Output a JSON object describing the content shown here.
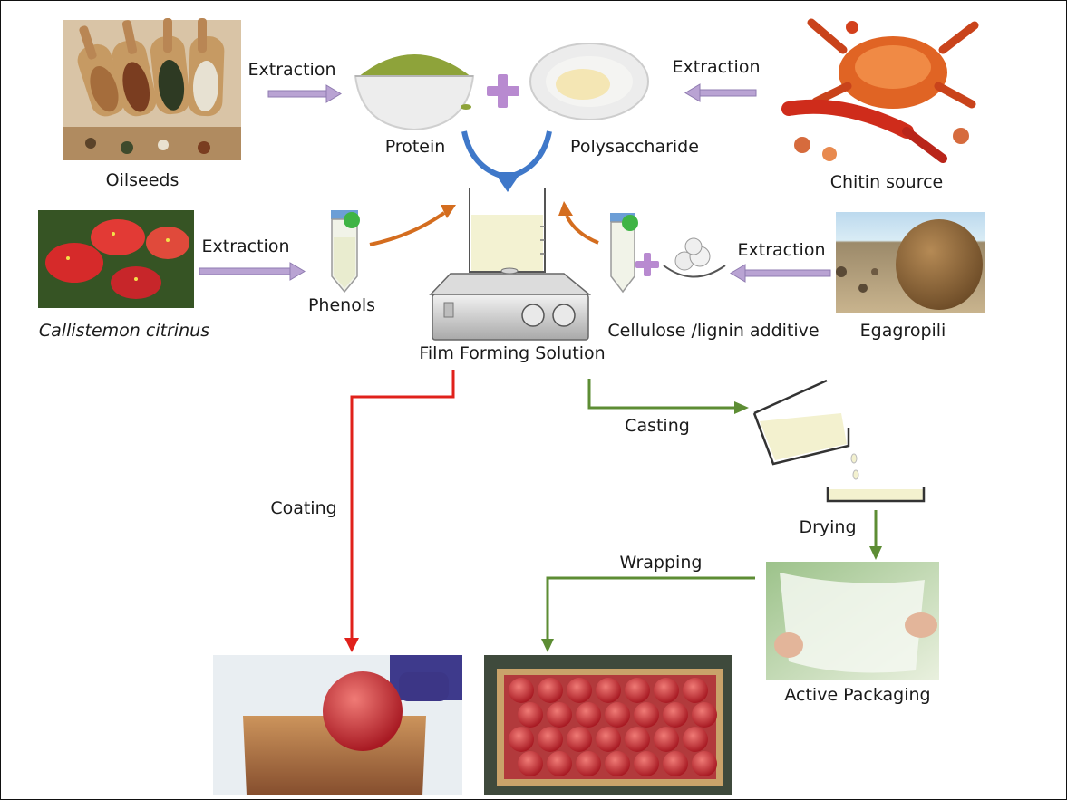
{
  "labels": {
    "oilseeds": "Oilseeds",
    "protein": "Protein",
    "polysaccharide": "Polysaccharide",
    "chitin_source": "Chitin source",
    "callistemon": "Callistemon citrinus",
    "phenols": "Phenols",
    "film_forming": "Film Forming Solution",
    "cellulose": "Cellulose  /lignin additive",
    "egagropili": "Egagropili",
    "casting": "Casting",
    "coating": "Coating",
    "drying": "Drying",
    "wrapping": "Wrapping",
    "active_packaging": "Active Packaging"
  },
  "extraction_labels": [
    "Extraction",
    "Extraction",
    "Extraction",
    "Extraction"
  ],
  "colors": {
    "extraction_arrow": "#b9a3d3",
    "merge_arrow": "#3f78c9",
    "phenol_arrow": "#d46d1f",
    "coating_arrow": "#e0211b",
    "process_arrow": "#5d8d34",
    "plus_sign": "#b88ad0"
  },
  "icons": [
    "oilseed-scoops",
    "protein-powder-bowl",
    "polysaccharide-powder-dish",
    "crustacean-shells",
    "callistemon-flowers",
    "phenol-tube",
    "beaker-on-stirrer",
    "cellulose-tube",
    "cellulose-fiber-dish",
    "egagropili-ball",
    "pouring-beaker",
    "drying-tray",
    "plastic-film",
    "coated-apple",
    "apple-crate"
  ]
}
